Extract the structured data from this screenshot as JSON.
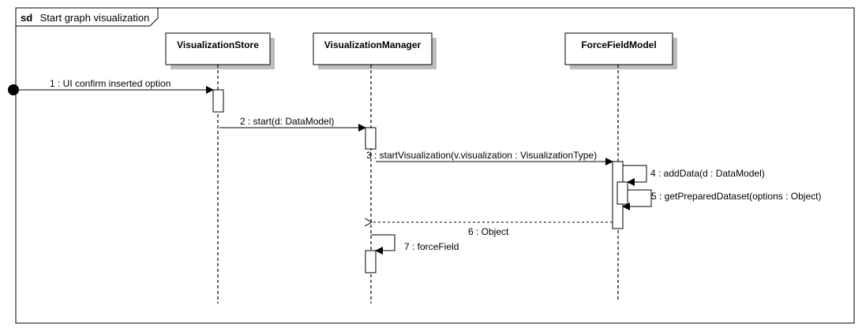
{
  "frame": {
    "keyword": "sd",
    "title": "Start graph visualization"
  },
  "lifelines": [
    {
      "name": "VisualizationStore"
    },
    {
      "name": "VisualizationManager"
    },
    {
      "name": "ForceFieldModel"
    }
  ],
  "messages": [
    {
      "label": "1 : UI confirm inserted option"
    },
    {
      "label": "2 : start(d: DataModel)"
    },
    {
      "label": "3 : startVisualization(v.visualization : VisualizationType)"
    },
    {
      "label": "4 : addData(d : DataModel)"
    },
    {
      "label": "5 : getPreparedDataset(options : Object)"
    },
    {
      "label": "6 : Object"
    },
    {
      "label": "7 : forceField"
    }
  ],
  "colors": {
    "line": "#000000",
    "shadow": "#bdbdbd",
    "fill": "#ffffff"
  }
}
